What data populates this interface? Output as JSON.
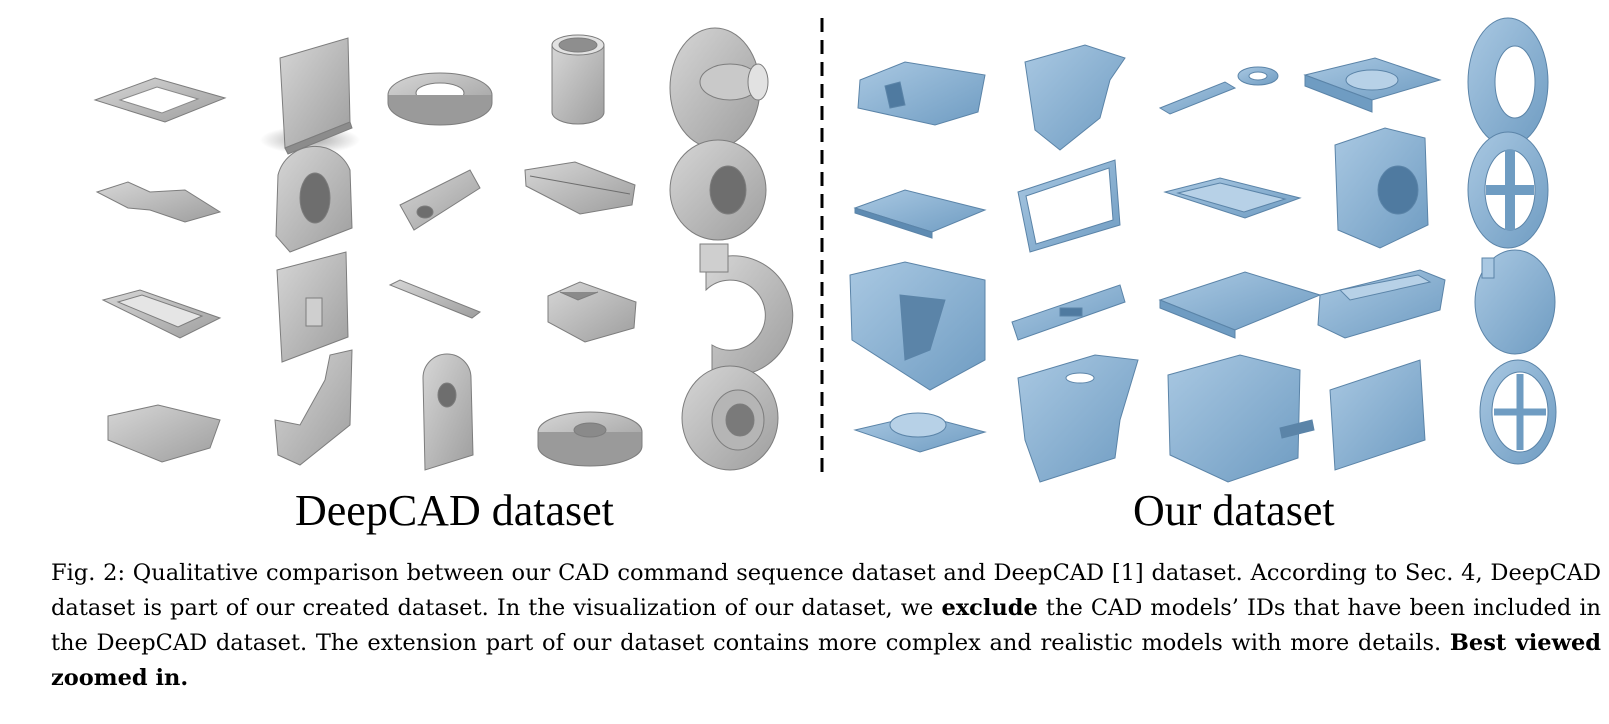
{
  "figure": {
    "panels": [
      {
        "label": "DeepCAD dataset",
        "color": "#bdbdbd",
        "rows": 4,
        "cols": 5
      },
      {
        "label": "Our dataset",
        "color": "#8fb4d4",
        "rows": 4,
        "cols": 5
      }
    ],
    "divider_style": "dashed"
  },
  "caption": {
    "prefix": "Fig. 2: Qualitative comparison between our CAD command sequence dataset and DeepCAD [1] dataset. According to Sec. 4, DeepCAD dataset is part of our created dataset. In the visualization of our dataset, we",
    "emphasis": "exclude",
    "middle": "the CAD models’ IDs that have been included in the DeepCAD dataset. The extension part of our dataset contains more complex and realistic models with more details.",
    "suffix": "Best viewed zoomed in."
  }
}
